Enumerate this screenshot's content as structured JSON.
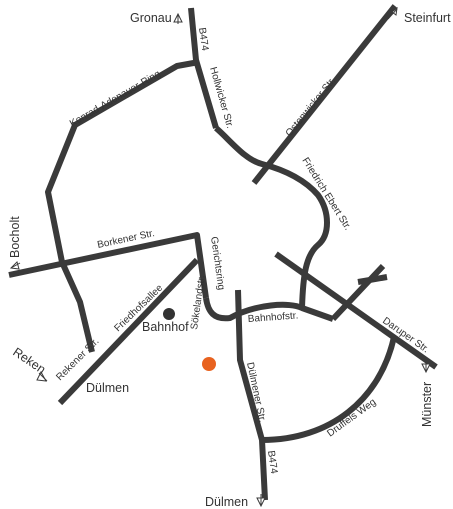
{
  "colors": {
    "road": "#3a3a3a",
    "text": "#333333",
    "marker_station": "#333333",
    "marker_location": "#e8621f",
    "background": "#ffffff"
  },
  "roads": {
    "b474_north": "B474",
    "hollwicker": "Hollwicker Str.",
    "konrad_adenauer": "Konrad-Adenauer-Ring",
    "ostenwicker": "Ostenwicker Str.",
    "friedrich_ebert": "Friedrich Ebert Str.",
    "borkener": "Borkener Str.",
    "gerichtsring": "Gerichtsring",
    "friedhofsallee": "Friedhofsallee",
    "sokelandstr": "Sökelandstr.",
    "bahnhofstr": "Bahnhofstr.",
    "rekener": "Rekener Str.",
    "darupper": "Daruper Str.",
    "dulmener": "Dülmener Str.",
    "druffels": "Druffels Weg",
    "b474_south": "B474"
  },
  "places": {
    "gronau": "Gronau",
    "steinfurt": "Steinfurt",
    "bocholt": "Bocholt",
    "reken": "Reken",
    "dulmen_west": "Dülmen",
    "munster": "Münster",
    "dulmen_south": "Dülmen",
    "bahnhof": "Bahnhof"
  },
  "markers": [
    {
      "name": "Bahnhof",
      "icon": "station-dot",
      "color": "#333333"
    },
    {
      "name": "location",
      "icon": "location-dot",
      "color": "#e8621f"
    }
  ]
}
